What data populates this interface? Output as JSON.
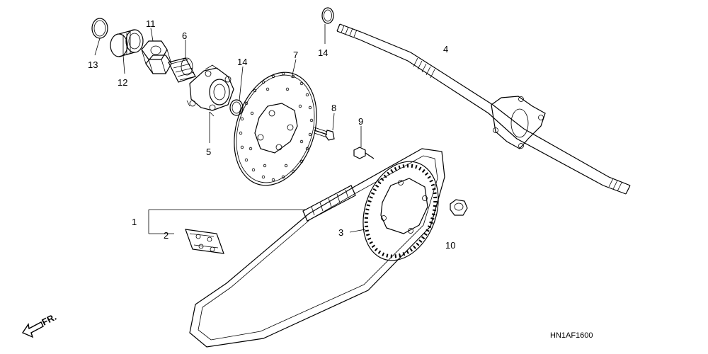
{
  "callouts": {
    "c1": "1",
    "c2": "2",
    "c3": "3",
    "c4": "4",
    "c5": "5",
    "c6": "6",
    "c7": "7",
    "c8": "8",
    "c9": "9",
    "c10": "10",
    "c11": "11",
    "c12": "12",
    "c13": "13",
    "c14a": "14",
    "c14b": "14"
  },
  "front_arrow_label": "FR.",
  "diagram_code": "HN1AF1600",
  "colors": {
    "ink": "#000000",
    "background": "#ffffff"
  }
}
